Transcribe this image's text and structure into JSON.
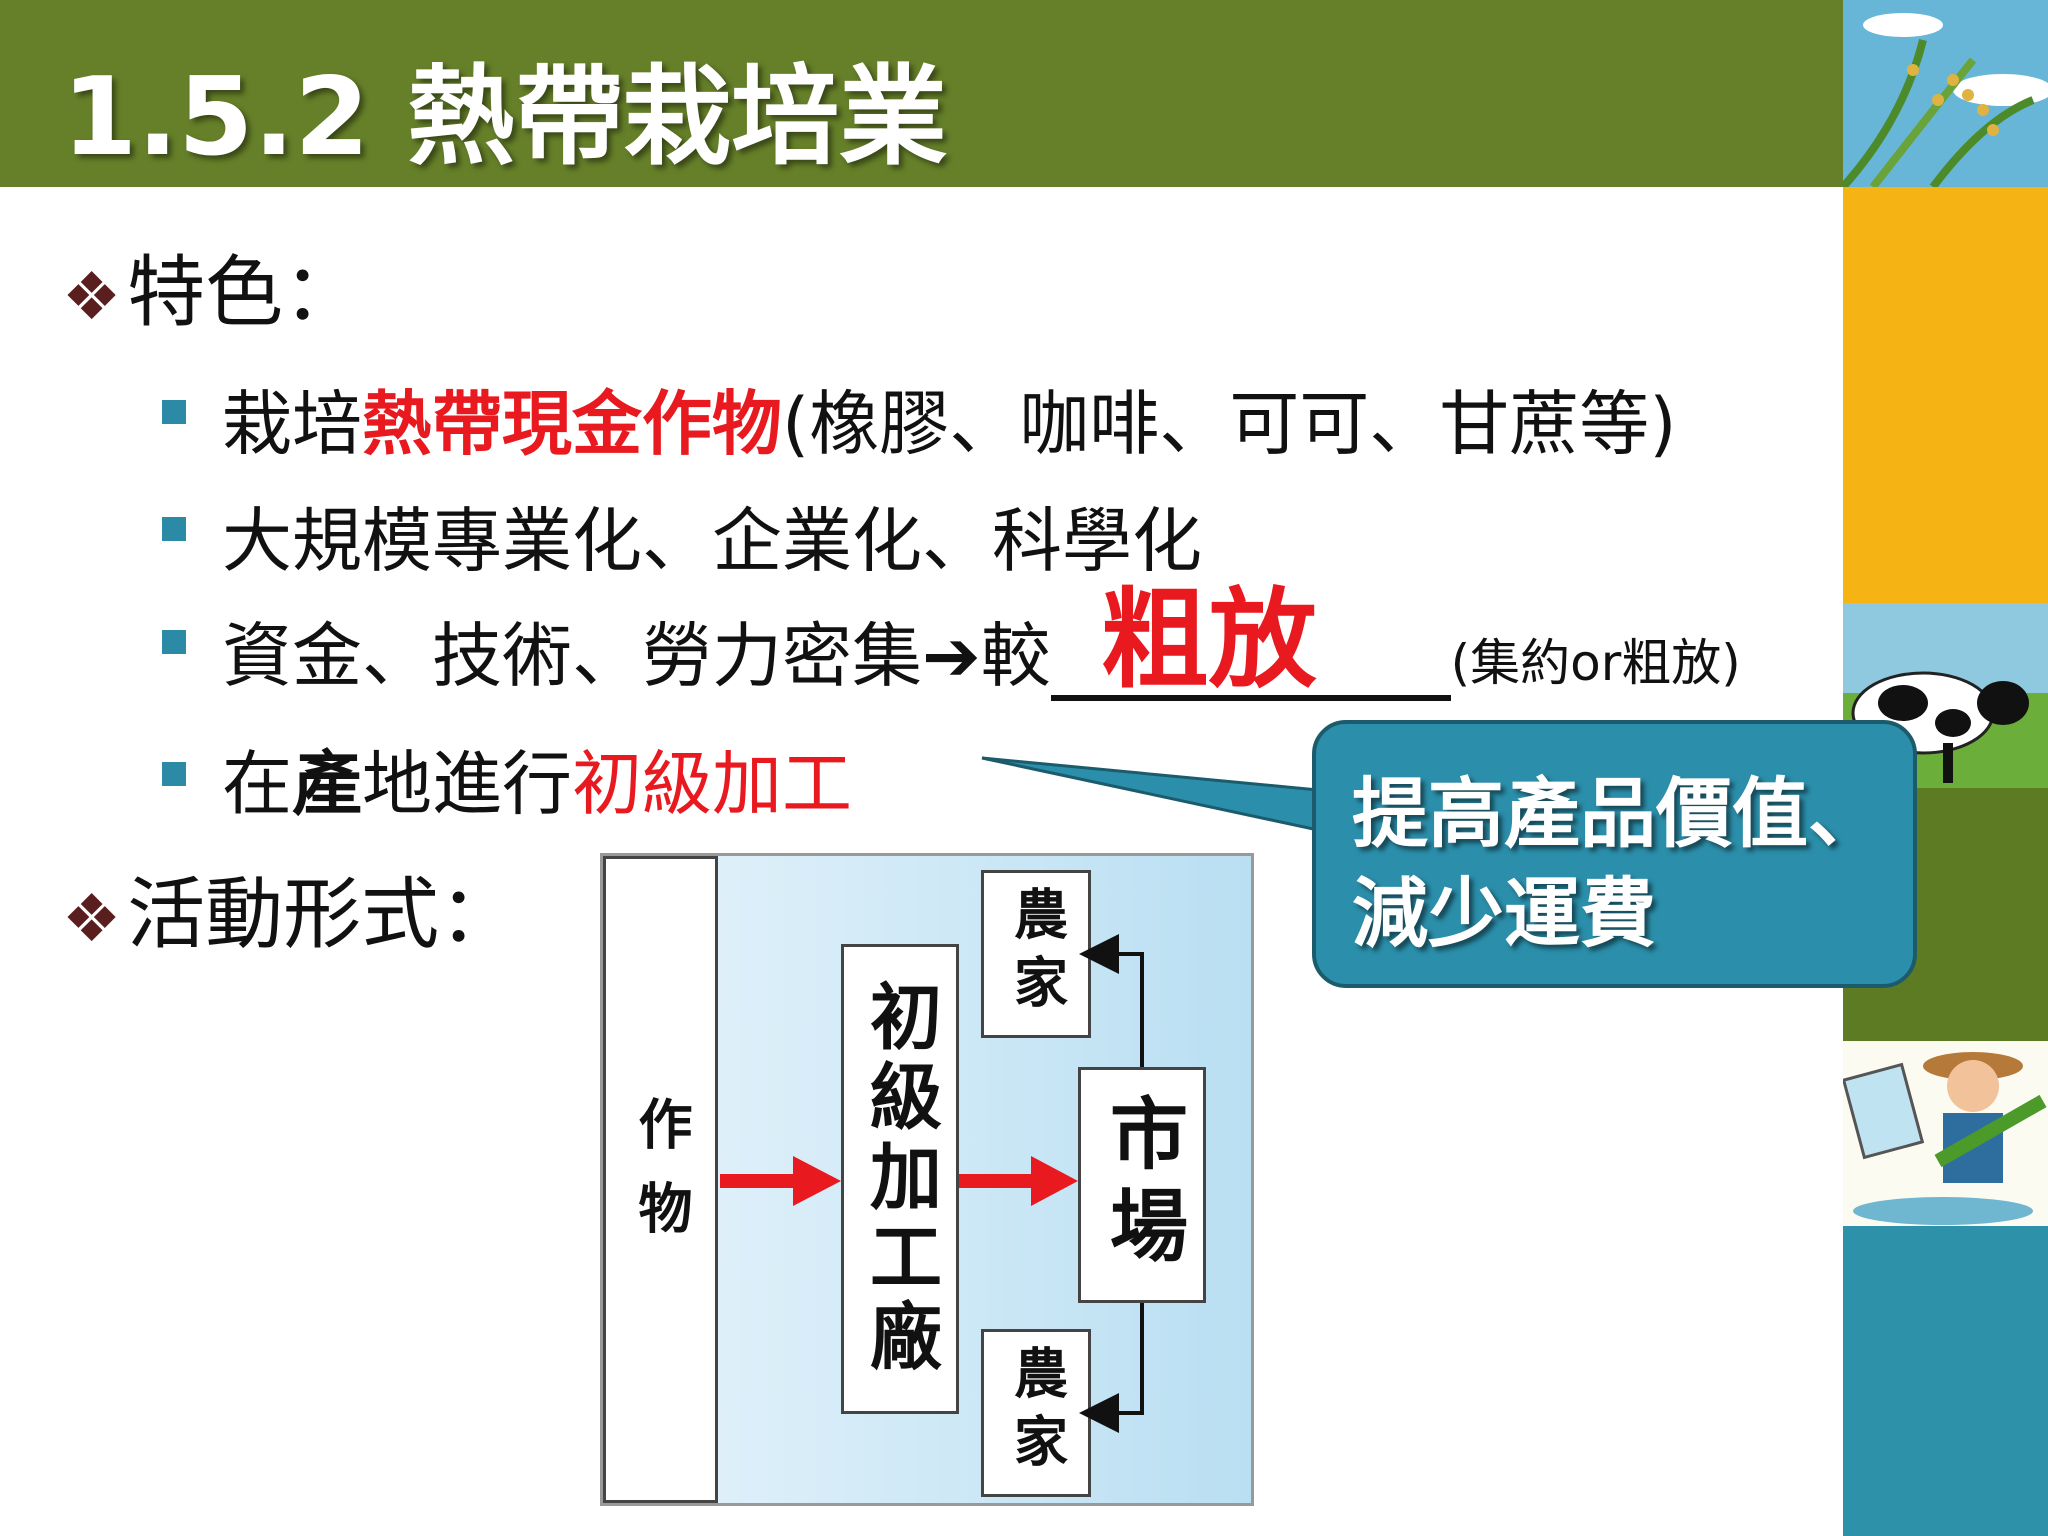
{
  "title": "1.5.2 熱帶栽培業",
  "features": {
    "heading": "特色：",
    "bullets": [
      {
        "a": "栽培",
        "b": "熱帶現金作物",
        "c": "(橡膠、咖啡、可可、甘蔗等)"
      },
      {
        "a": "大規模專業化、企業化、科學化"
      },
      {
        "a": "資金、技術、勞力密集",
        "arrow": "➔",
        "b": "較",
        "answer": "粗放",
        "hint": "(集約or粗放)"
      },
      {
        "a": "在",
        "b": "產",
        "c": "地進行",
        "d": "初級加工"
      }
    ]
  },
  "activity": {
    "heading": "活動形式："
  },
  "callout": {
    "line1": "提高產品價值、",
    "line2": "減少運費"
  },
  "diagram": {
    "crop": "作物",
    "factory": "初級加工廠",
    "market": "市場",
    "farmer_top": "農家",
    "farmer_bottom": "農家"
  },
  "colors": {
    "title_bar": "#668029",
    "accent_red": "#e8191f",
    "bullet": "#2d8aa6",
    "callout": "#2b8fab"
  }
}
